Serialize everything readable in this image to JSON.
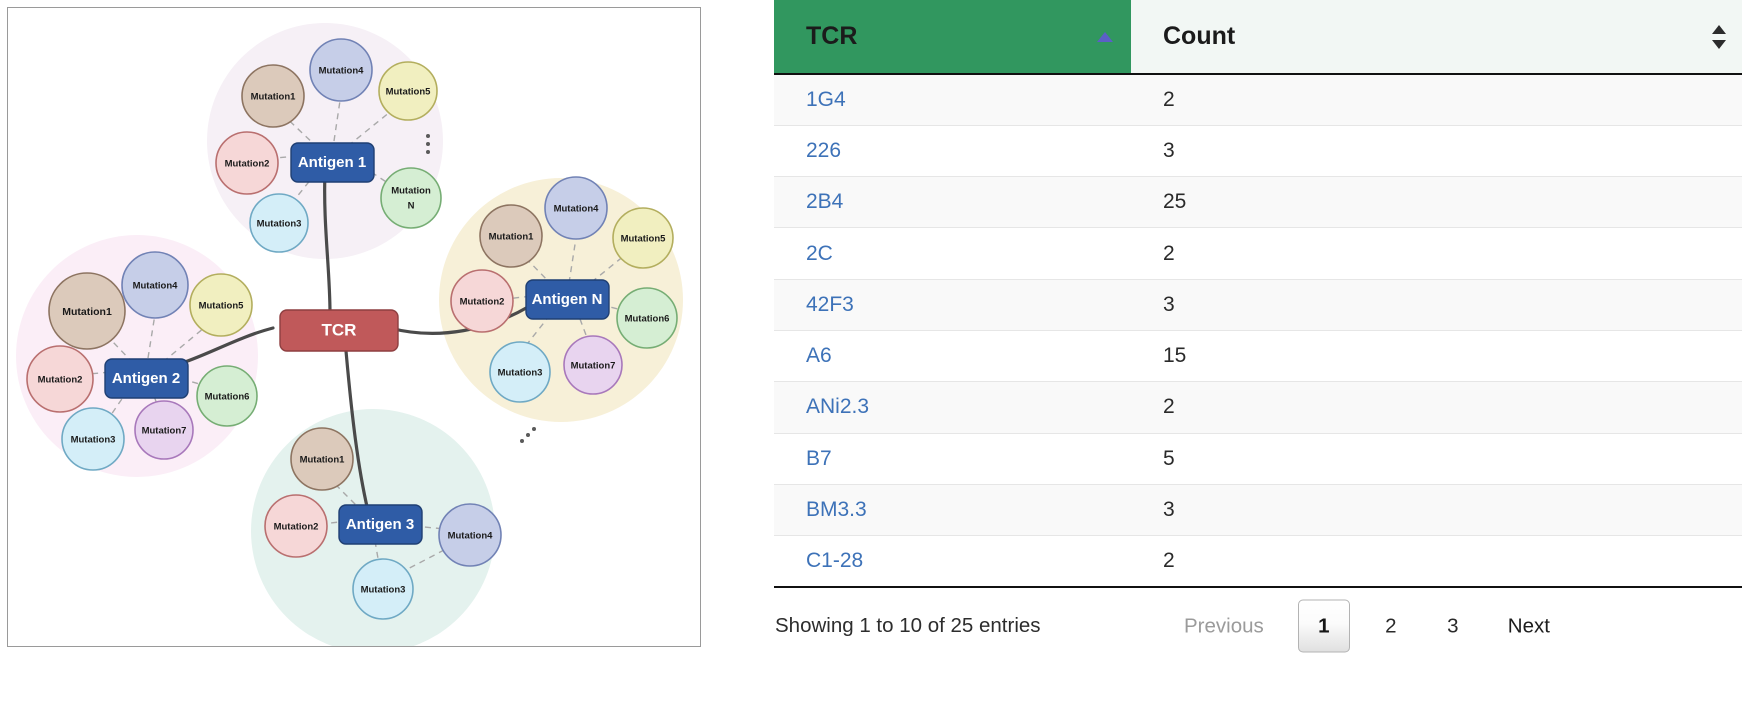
{
  "diagram": {
    "center_node": {
      "label": "TCR",
      "color": "#c0595a"
    },
    "antigen_color": "#2f5ca6",
    "clusters": [
      {
        "id": "antigen-1",
        "label": "Antigen 1",
        "halo_color": "#f6f0f6",
        "mutations": [
          "Mutation1",
          "Mutation2",
          "Mutation3",
          "Mutation4",
          "Mutation5",
          "Mutation N"
        ]
      },
      {
        "id": "antigen-2",
        "label": "Antigen 2",
        "halo_color": "#fbeef7",
        "mutations": [
          "Mutation1",
          "Mutation2",
          "Mutation3",
          "Mutation4",
          "Mutation5",
          "Mutation6",
          "Mutation7"
        ]
      },
      {
        "id": "antigen-n",
        "label": "Antigen N",
        "halo_color": "#f7f0d8",
        "mutations": [
          "Mutation1",
          "Mutation2",
          "Mutation3",
          "Mutation4",
          "Mutation5",
          "Mutation6",
          "Mutation7"
        ]
      },
      {
        "id": "antigen-3",
        "label": "Antigen 3",
        "halo_color": "#e4f2ee",
        "mutations": [
          "Mutation1",
          "Mutation2",
          "Mutation3",
          "Mutation4"
        ]
      }
    ],
    "mutation_palette": {
      "Mutation1": {
        "fill": "#dccabb",
        "stroke": "#8d7461"
      },
      "Mutation2": {
        "fill": "#f6d7d7",
        "stroke": "#b96f6f"
      },
      "Mutation3": {
        "fill": "#d4eef8",
        "stroke": "#6fa9c4"
      },
      "Mutation4": {
        "fill": "#c6cee8",
        "stroke": "#7182b5"
      },
      "Mutation5": {
        "fill": "#f1efc0",
        "stroke": "#b3ae5e"
      },
      "Mutation6": {
        "fill": "#d5eed3",
        "stroke": "#76ad74"
      },
      "Mutation7": {
        "fill": "#e8d4ef",
        "stroke": "#a878bb"
      },
      "Mutation N": {
        "fill": "#d5eed3",
        "stroke": "#76ad74"
      }
    }
  },
  "table": {
    "columns": [
      {
        "key": "tcr",
        "label": "TCR",
        "sort": "asc",
        "header_bg": "#31975f"
      },
      {
        "key": "count",
        "label": "Count",
        "sort": "none",
        "header_bg": "#f2f7f4"
      }
    ],
    "rows": [
      {
        "tcr": "1G4",
        "count": "2"
      },
      {
        "tcr": "226",
        "count": "3"
      },
      {
        "tcr": "2B4",
        "count": "25"
      },
      {
        "tcr": "2C",
        "count": "2"
      },
      {
        "tcr": "42F3",
        "count": "3"
      },
      {
        "tcr": "A6",
        "count": "15"
      },
      {
        "tcr": "ANi2.3",
        "count": "2"
      },
      {
        "tcr": "B7",
        "count": "5"
      },
      {
        "tcr": "BM3.3",
        "count": "3"
      },
      {
        "tcr": "C1-28",
        "count": "2"
      }
    ],
    "footer": {
      "showing": "Showing 1 to 10 of 25 entries",
      "previous_label": "Previous",
      "next_label": "Next",
      "pages": [
        "1",
        "2",
        "3"
      ],
      "active_page": "1"
    }
  }
}
